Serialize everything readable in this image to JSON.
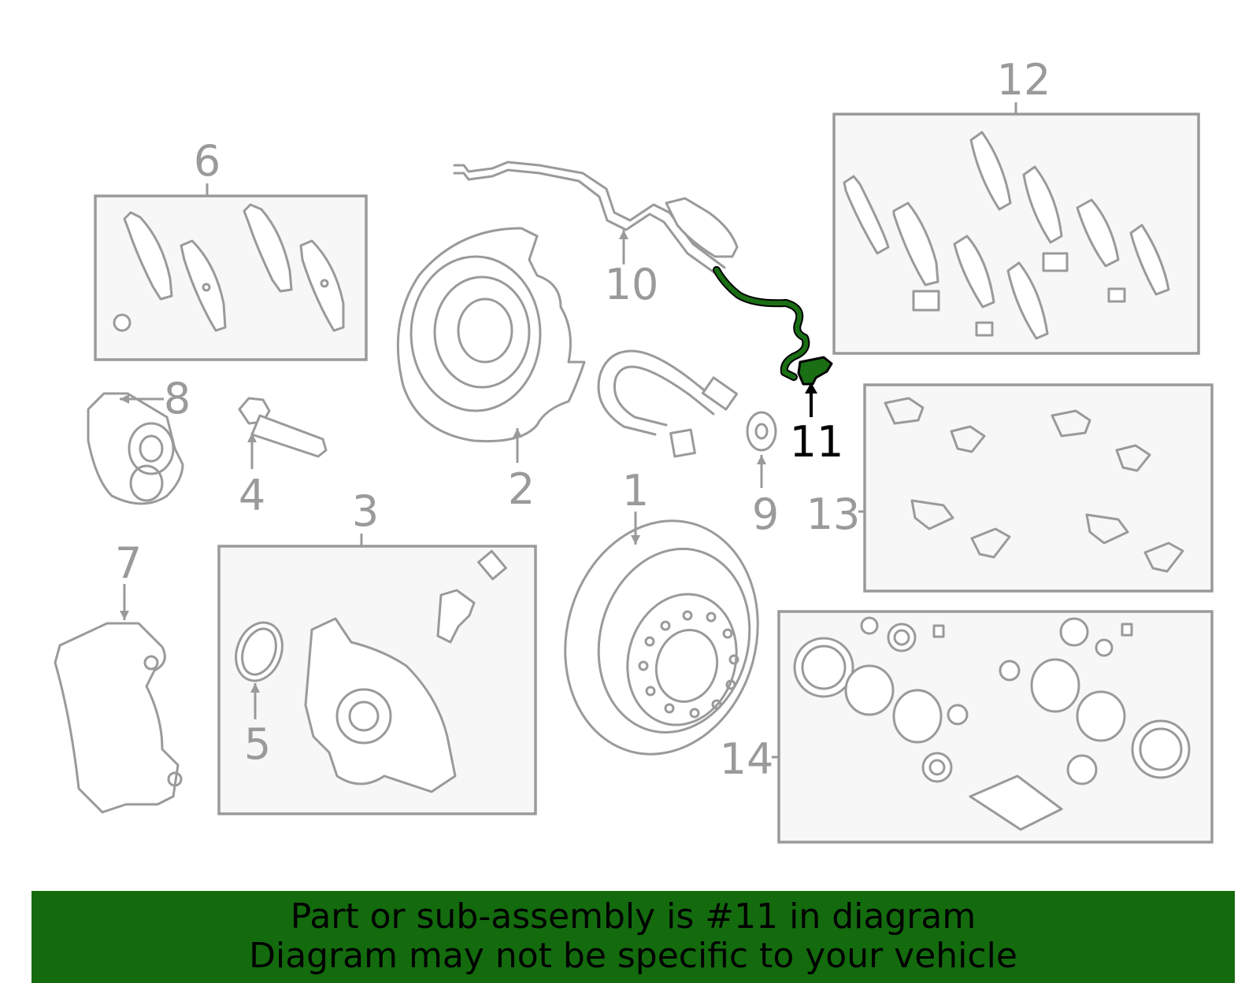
{
  "callouts": [
    {
      "id": "1",
      "text": "1"
    },
    {
      "id": "2",
      "text": "2"
    },
    {
      "id": "3",
      "text": "3"
    },
    {
      "id": "4",
      "text": "4"
    },
    {
      "id": "5",
      "text": "5"
    },
    {
      "id": "6",
      "text": "6"
    },
    {
      "id": "7",
      "text": "7"
    },
    {
      "id": "8",
      "text": "8"
    },
    {
      "id": "9",
      "text": "9"
    },
    {
      "id": "10",
      "text": "10"
    },
    {
      "id": "11",
      "text": "11",
      "highlighted": true
    },
    {
      "id": "12",
      "text": "12"
    },
    {
      "id": "13",
      "text": "13"
    },
    {
      "id": "14",
      "text": "14"
    }
  ],
  "highlight_color": "#1a6e14",
  "banner": {
    "line1": "Part or sub-assembly is #11 in diagram",
    "line2": "Diagram may not be specific to your vehicle",
    "background": "#136b0e"
  }
}
